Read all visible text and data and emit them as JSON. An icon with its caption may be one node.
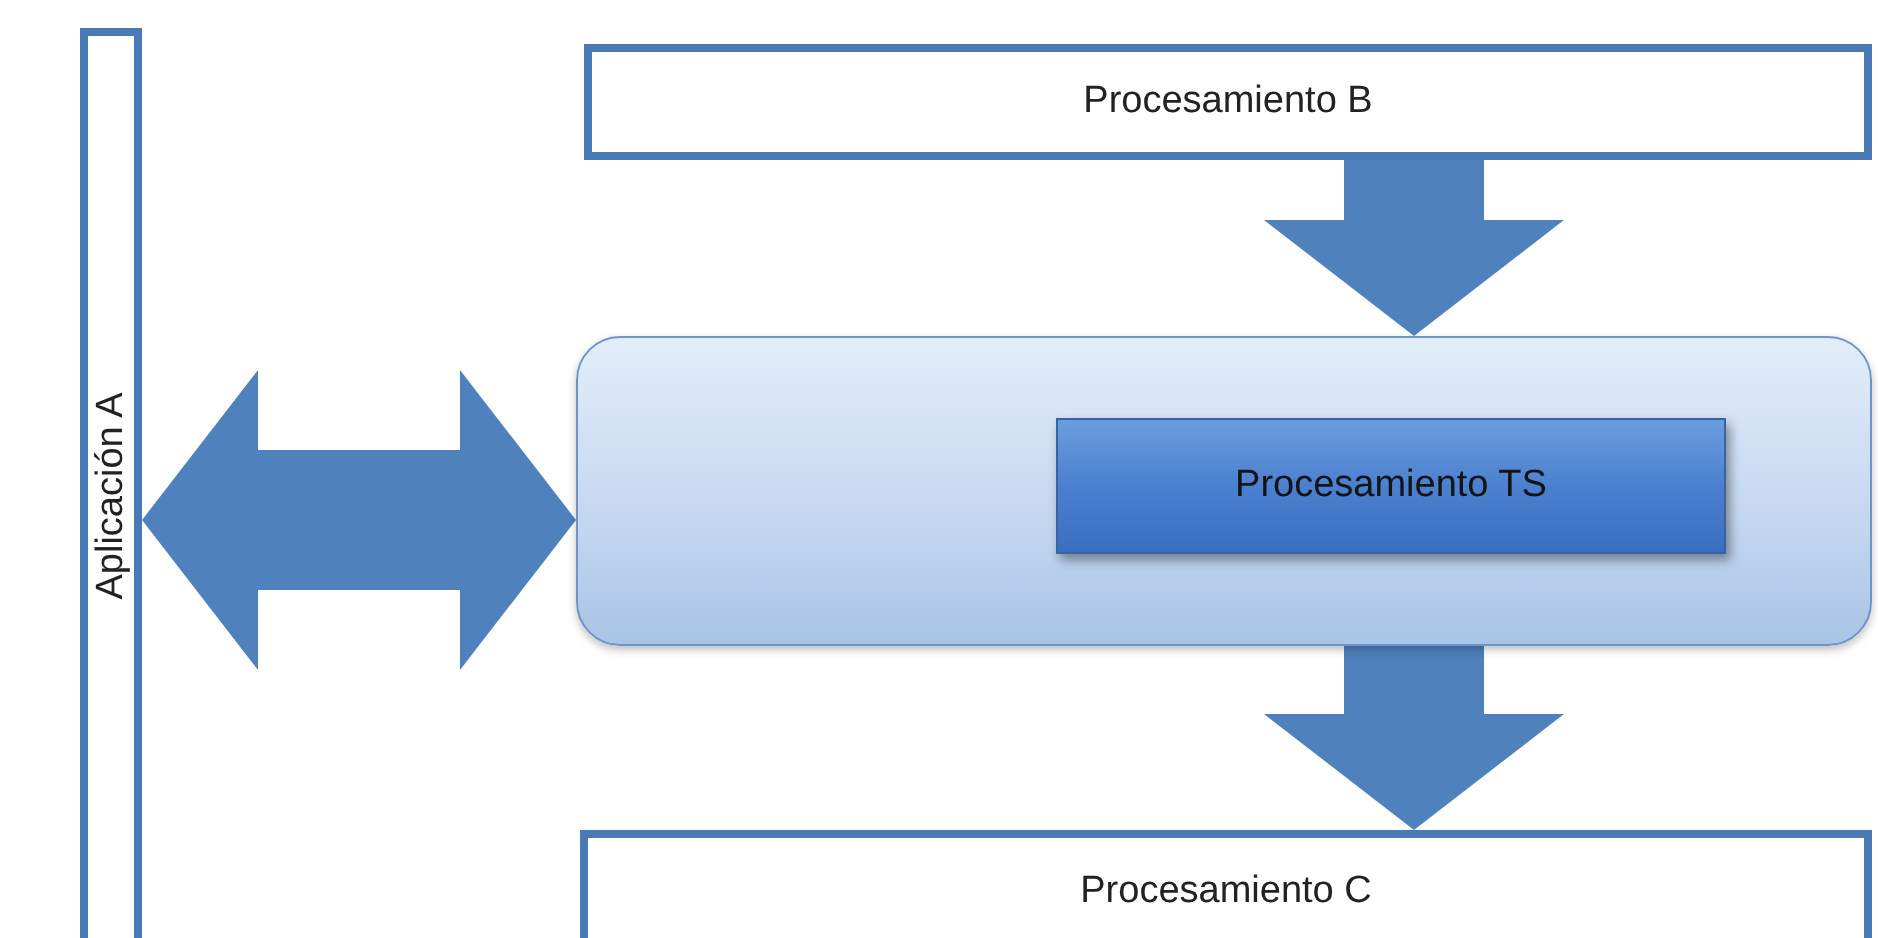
{
  "diagram": {
    "nodes": [
      {
        "text": [
          "Aplicación A"
        ]
      },
      {
        "text": [
          "Procesamiento B"
        ]
      },
      {
        "text": [],
        "shape": "box"
      },
      {
        "text": [
          "Procesamiento TS"
        ],
        "in": 2
      },
      {
        "text": [
          "Procesamiento C"
        ]
      }
    ],
    "edges": [
      {
        "from": 0,
        "to": 2,
        "arrow": "both"
      },
      {
        "from": 1,
        "to": 2,
        "arrow": "to"
      },
      {
        "from": 2,
        "to": 4,
        "arrow": "to"
      }
    ]
  }
}
